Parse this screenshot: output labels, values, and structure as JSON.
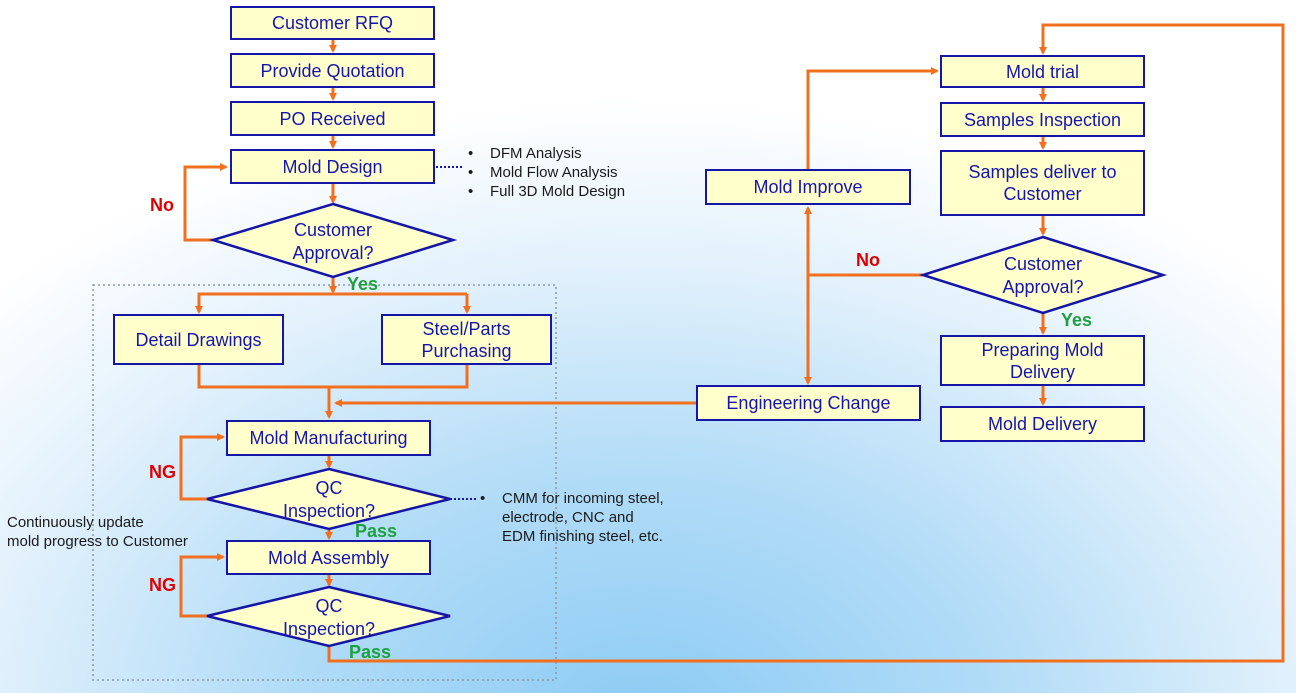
{
  "colors": {
    "box_fill": "#ffffcc",
    "box_border": "#1515a8",
    "box_text": "#1515b0",
    "arrow": "#f07020",
    "no_label": "#e00000",
    "yes_label": "#1fa040"
  },
  "nodes": {
    "customer_rfq": "Customer RFQ",
    "provide_quotation": "Provide Quotation",
    "po_received": "PO Received",
    "mold_design": "Mold Design",
    "customer_approval_1": [
      "Customer",
      "Approval?"
    ],
    "detail_drawings": "Detail Drawings",
    "steel_parts_purchasing": [
      "Steel/Parts",
      "Purchasing"
    ],
    "mold_manufacturing": "Mold Manufacturing",
    "qc_inspection_1": [
      "QC",
      "Inspection?"
    ],
    "mold_assembly": "Mold Assembly",
    "qc_inspection_2": [
      "QC",
      "Inspection?"
    ],
    "mold_trial": "Mold trial",
    "samples_inspection": "Samples Inspection",
    "samples_deliver": [
      "Samples deliver to",
      "Customer"
    ],
    "mold_improve": "Mold Improve",
    "customer_approval_2": [
      "Customer",
      "Approval?"
    ],
    "engineering_change": "Engineering Change",
    "preparing_mold_delivery": [
      "Preparing Mold",
      "Delivery"
    ],
    "mold_delivery": "Mold Delivery"
  },
  "labels": {
    "no_1": "No",
    "yes_1": "Yes",
    "ng_1": "NG",
    "pass_1": "Pass",
    "ng_2": "NG",
    "pass_2": "Pass",
    "no_2": "No",
    "yes_2": "Yes"
  },
  "notes": {
    "mold_design_details": [
      "DFM Analysis",
      "Mold Flow Analysis",
      "Full 3D Mold Design"
    ],
    "qc_details": [
      "CMM for incoming steel,",
      "electrode, CNC and",
      "EDM finishing steel, etc."
    ],
    "progress_update": [
      "Continuously update",
      "mold progress to Customer"
    ]
  }
}
